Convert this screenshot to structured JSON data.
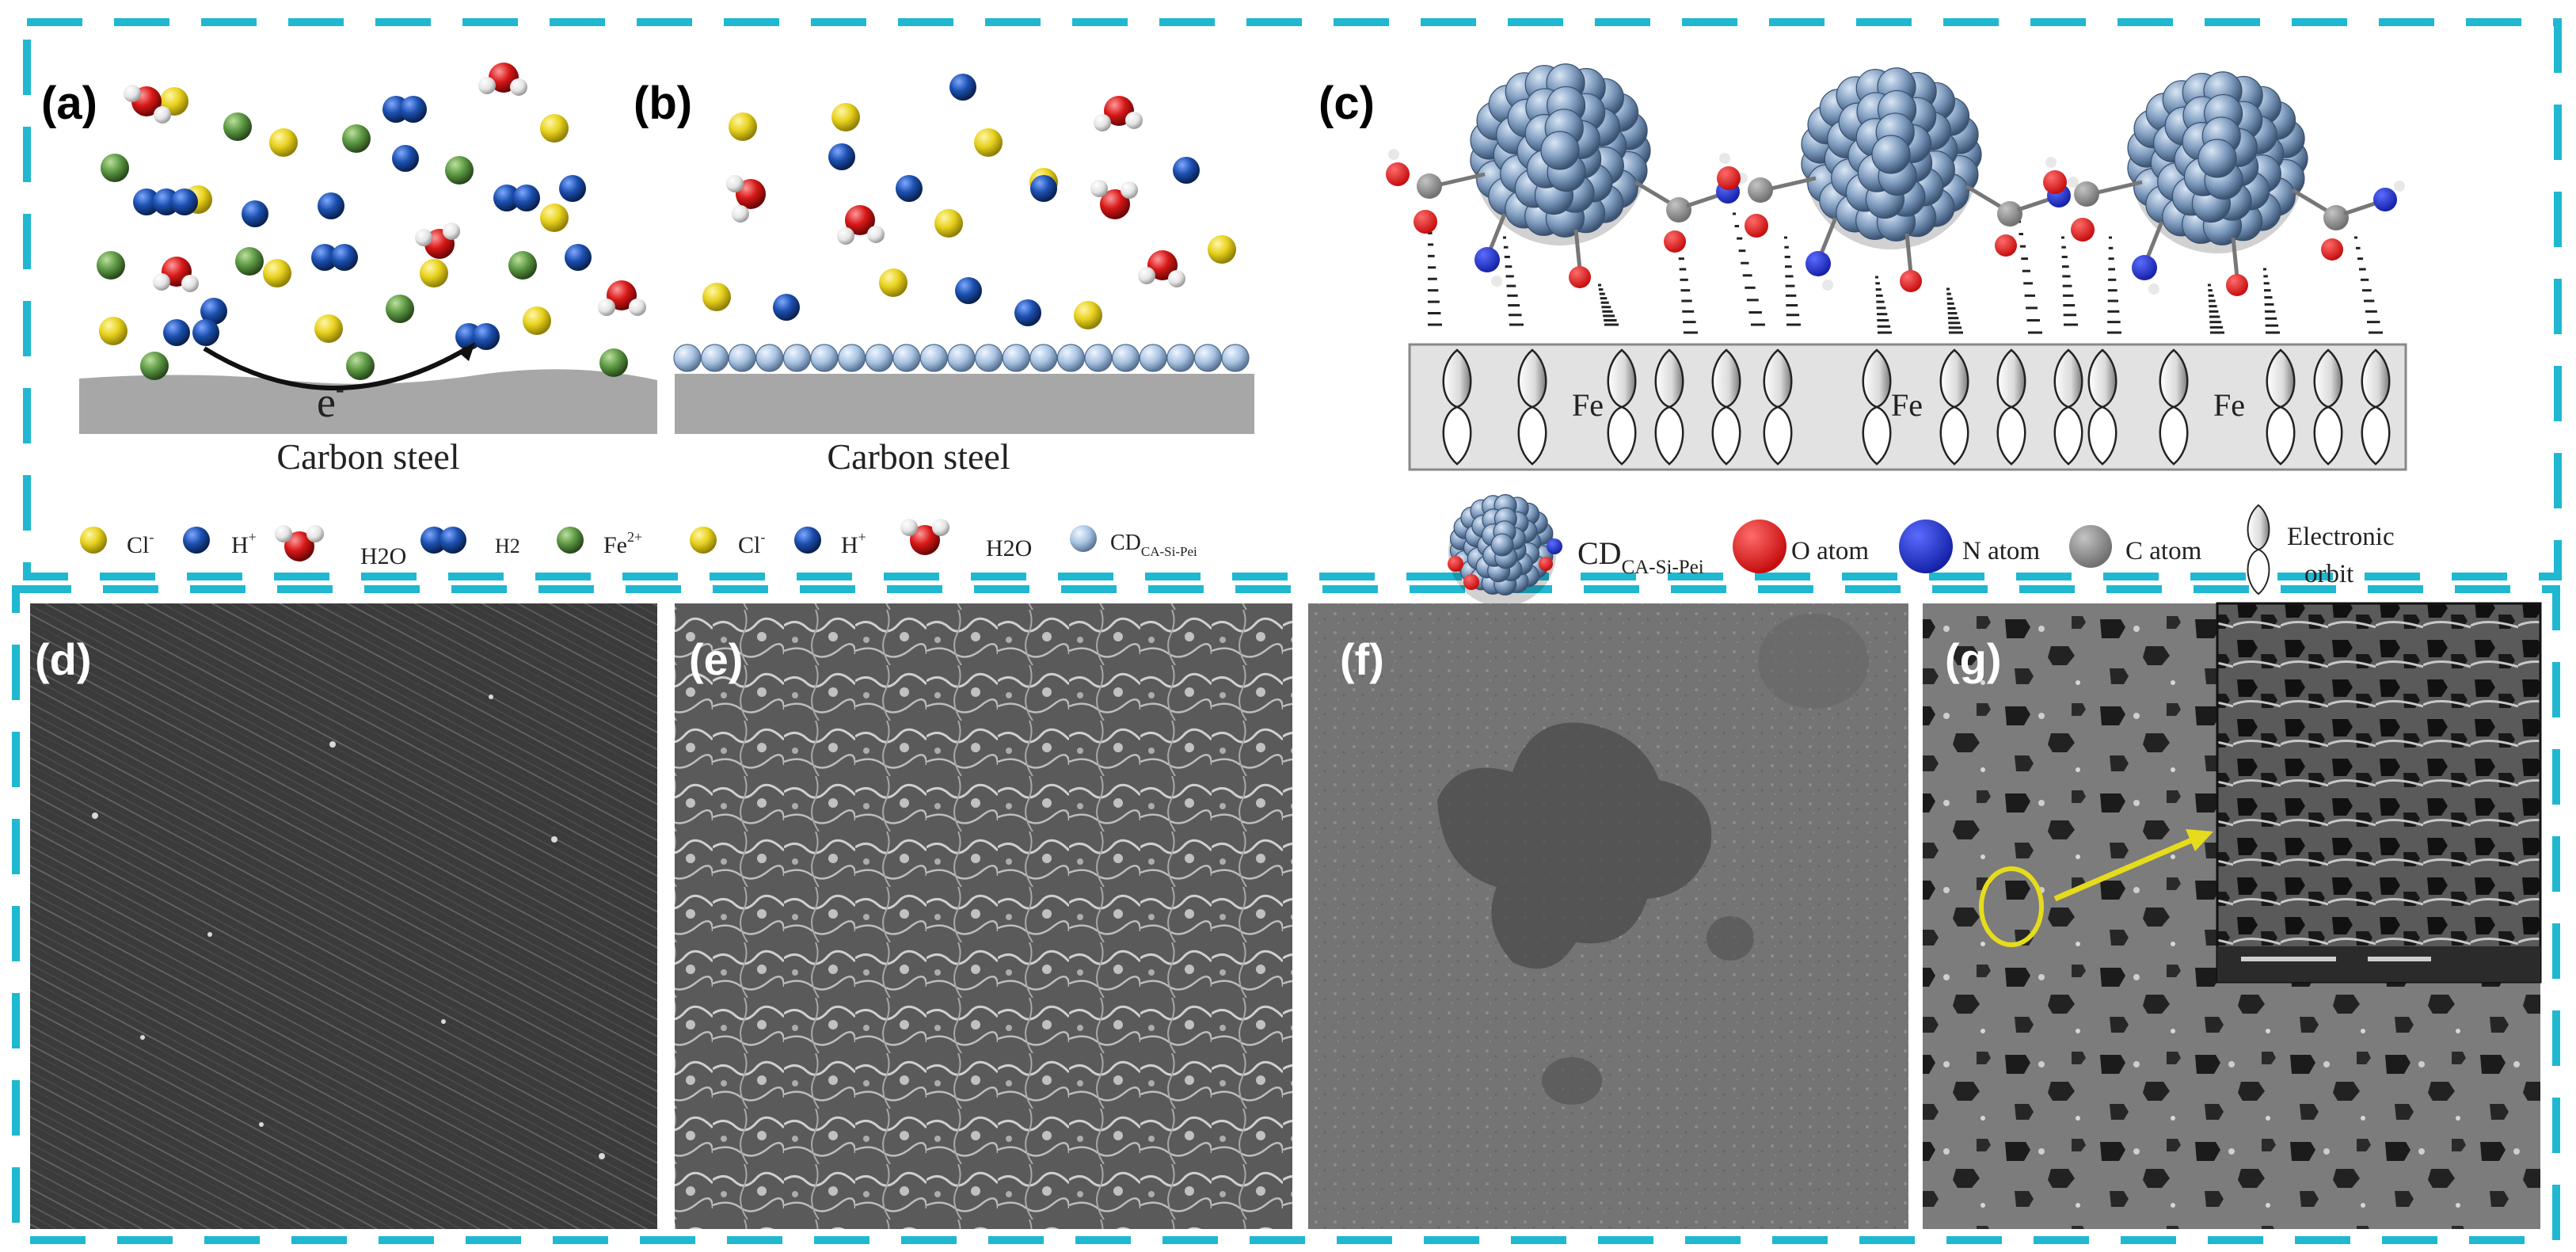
{
  "colors": {
    "frame": "#1fb8d0",
    "chloride": "#e8d21e",
    "hydrogen_ion": "#1c50b0",
    "oxygen": "#d81818",
    "fe2": "#5e9a45",
    "inhibitor": "#a9c3e2",
    "steel": "#a7a7a7",
    "n_atom": "#1a2bb0",
    "c_atom": "#8a8a8a"
  },
  "panel_labels": {
    "a": "(a)",
    "b": "(b)",
    "c": "(c)",
    "d": "(d)",
    "e": "(e)",
    "f": "(f)",
    "g": "(g)"
  },
  "panel_a": {
    "substrate": "Carbon steel",
    "electron": "e",
    "electron_sup": "-"
  },
  "panel_b": {
    "substrate": "Carbon steel"
  },
  "panel_c": {
    "metal": "Fe"
  },
  "legend_ab": {
    "cl_base": "Cl",
    "cl_sup": "-",
    "h_base": "H",
    "h_sup": "+",
    "h2o": "H2O",
    "h2": "H2",
    "fe_base": "Fe",
    "fe_sup": "2+",
    "cl2_base": "Cl",
    "cl2_sup": "-",
    "h2_base": "H",
    "h2_sup": "+",
    "h2o_2": "H2O",
    "cd_base": "CD",
    "cd_sub": "CA-Si-Pei"
  },
  "legend_c": {
    "cd_base": "CD",
    "cd_sub": "CA-Si-Pei",
    "o_atom": "O atom",
    "n_atom": "N atom",
    "c_atom": "C atom",
    "orbit_line1": "Electronic",
    "orbit_line2": "orbit"
  }
}
